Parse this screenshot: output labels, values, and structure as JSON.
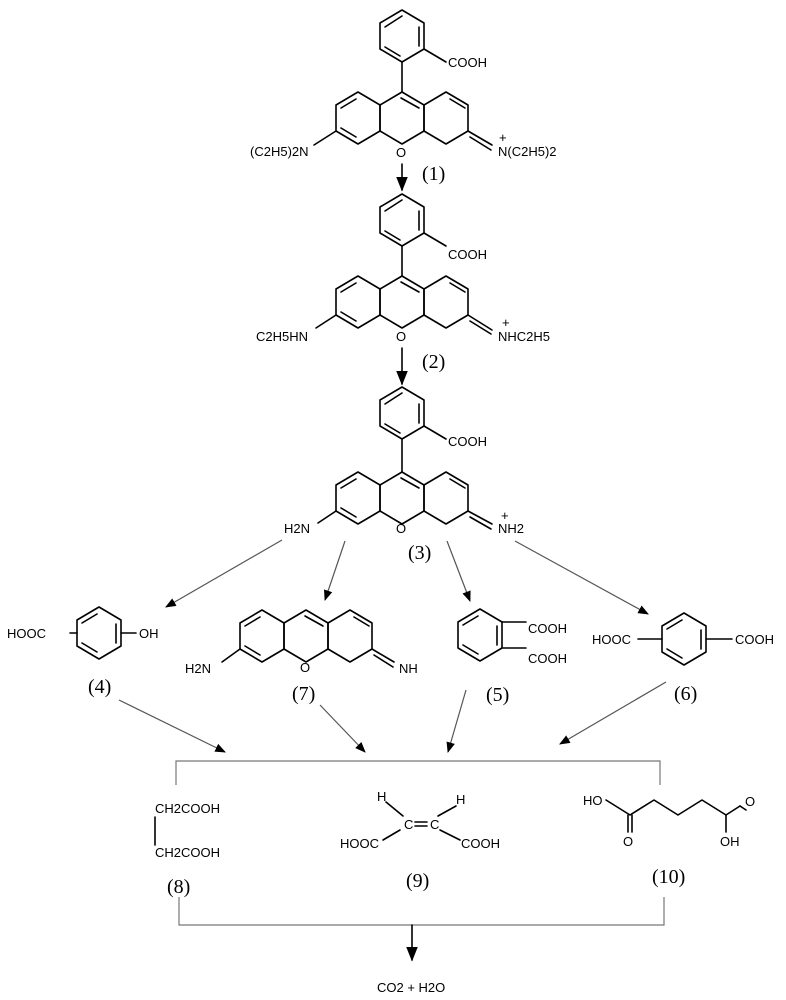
{
  "compounds": {
    "c1": {
      "number": "(1)",
      "acid": "COOH",
      "left_group": "(C2H5)2N",
      "right_group": "N(C2H5)2",
      "oxygen": "O",
      "charge": "+"
    },
    "c2": {
      "number": "(2)",
      "acid": "COOH",
      "left_group": "C2H5HN",
      "right_group": "NHC2H5",
      "oxygen": "O",
      "charge": "+"
    },
    "c3": {
      "number": "(3)",
      "acid": "COOH",
      "left_group": "H2N",
      "right_group": "NH2",
      "oxygen": "O",
      "charge": "+"
    },
    "c4": {
      "number": "(4)",
      "left_group": "HOOC",
      "right_group": "OH"
    },
    "c5": {
      "number": "(5)",
      "group_top": "COOH",
      "group_bottom": "COOH"
    },
    "c6": {
      "number": "(6)",
      "left_group": "HOOC",
      "right_group": "COOH"
    },
    "c7": {
      "number": "(7)",
      "left_group": "H2N",
      "right_group": "NH",
      "oxygen": "O"
    },
    "c8": {
      "number": "(8)",
      "line1": "CH2COOH",
      "line2": "CH2COOH"
    },
    "c9": {
      "number": "(9)",
      "h_left": "H",
      "h_right": "H",
      "c_left": "C",
      "c_right": "C",
      "left_group": "HOOC",
      "right_group": "COOH"
    },
    "c10": {
      "number": "(10)",
      "top_group": "HO",
      "o_left": "O",
      "o_right": "O",
      "oh_right": "OH"
    }
  },
  "products": "CO2 + H2O"
}
